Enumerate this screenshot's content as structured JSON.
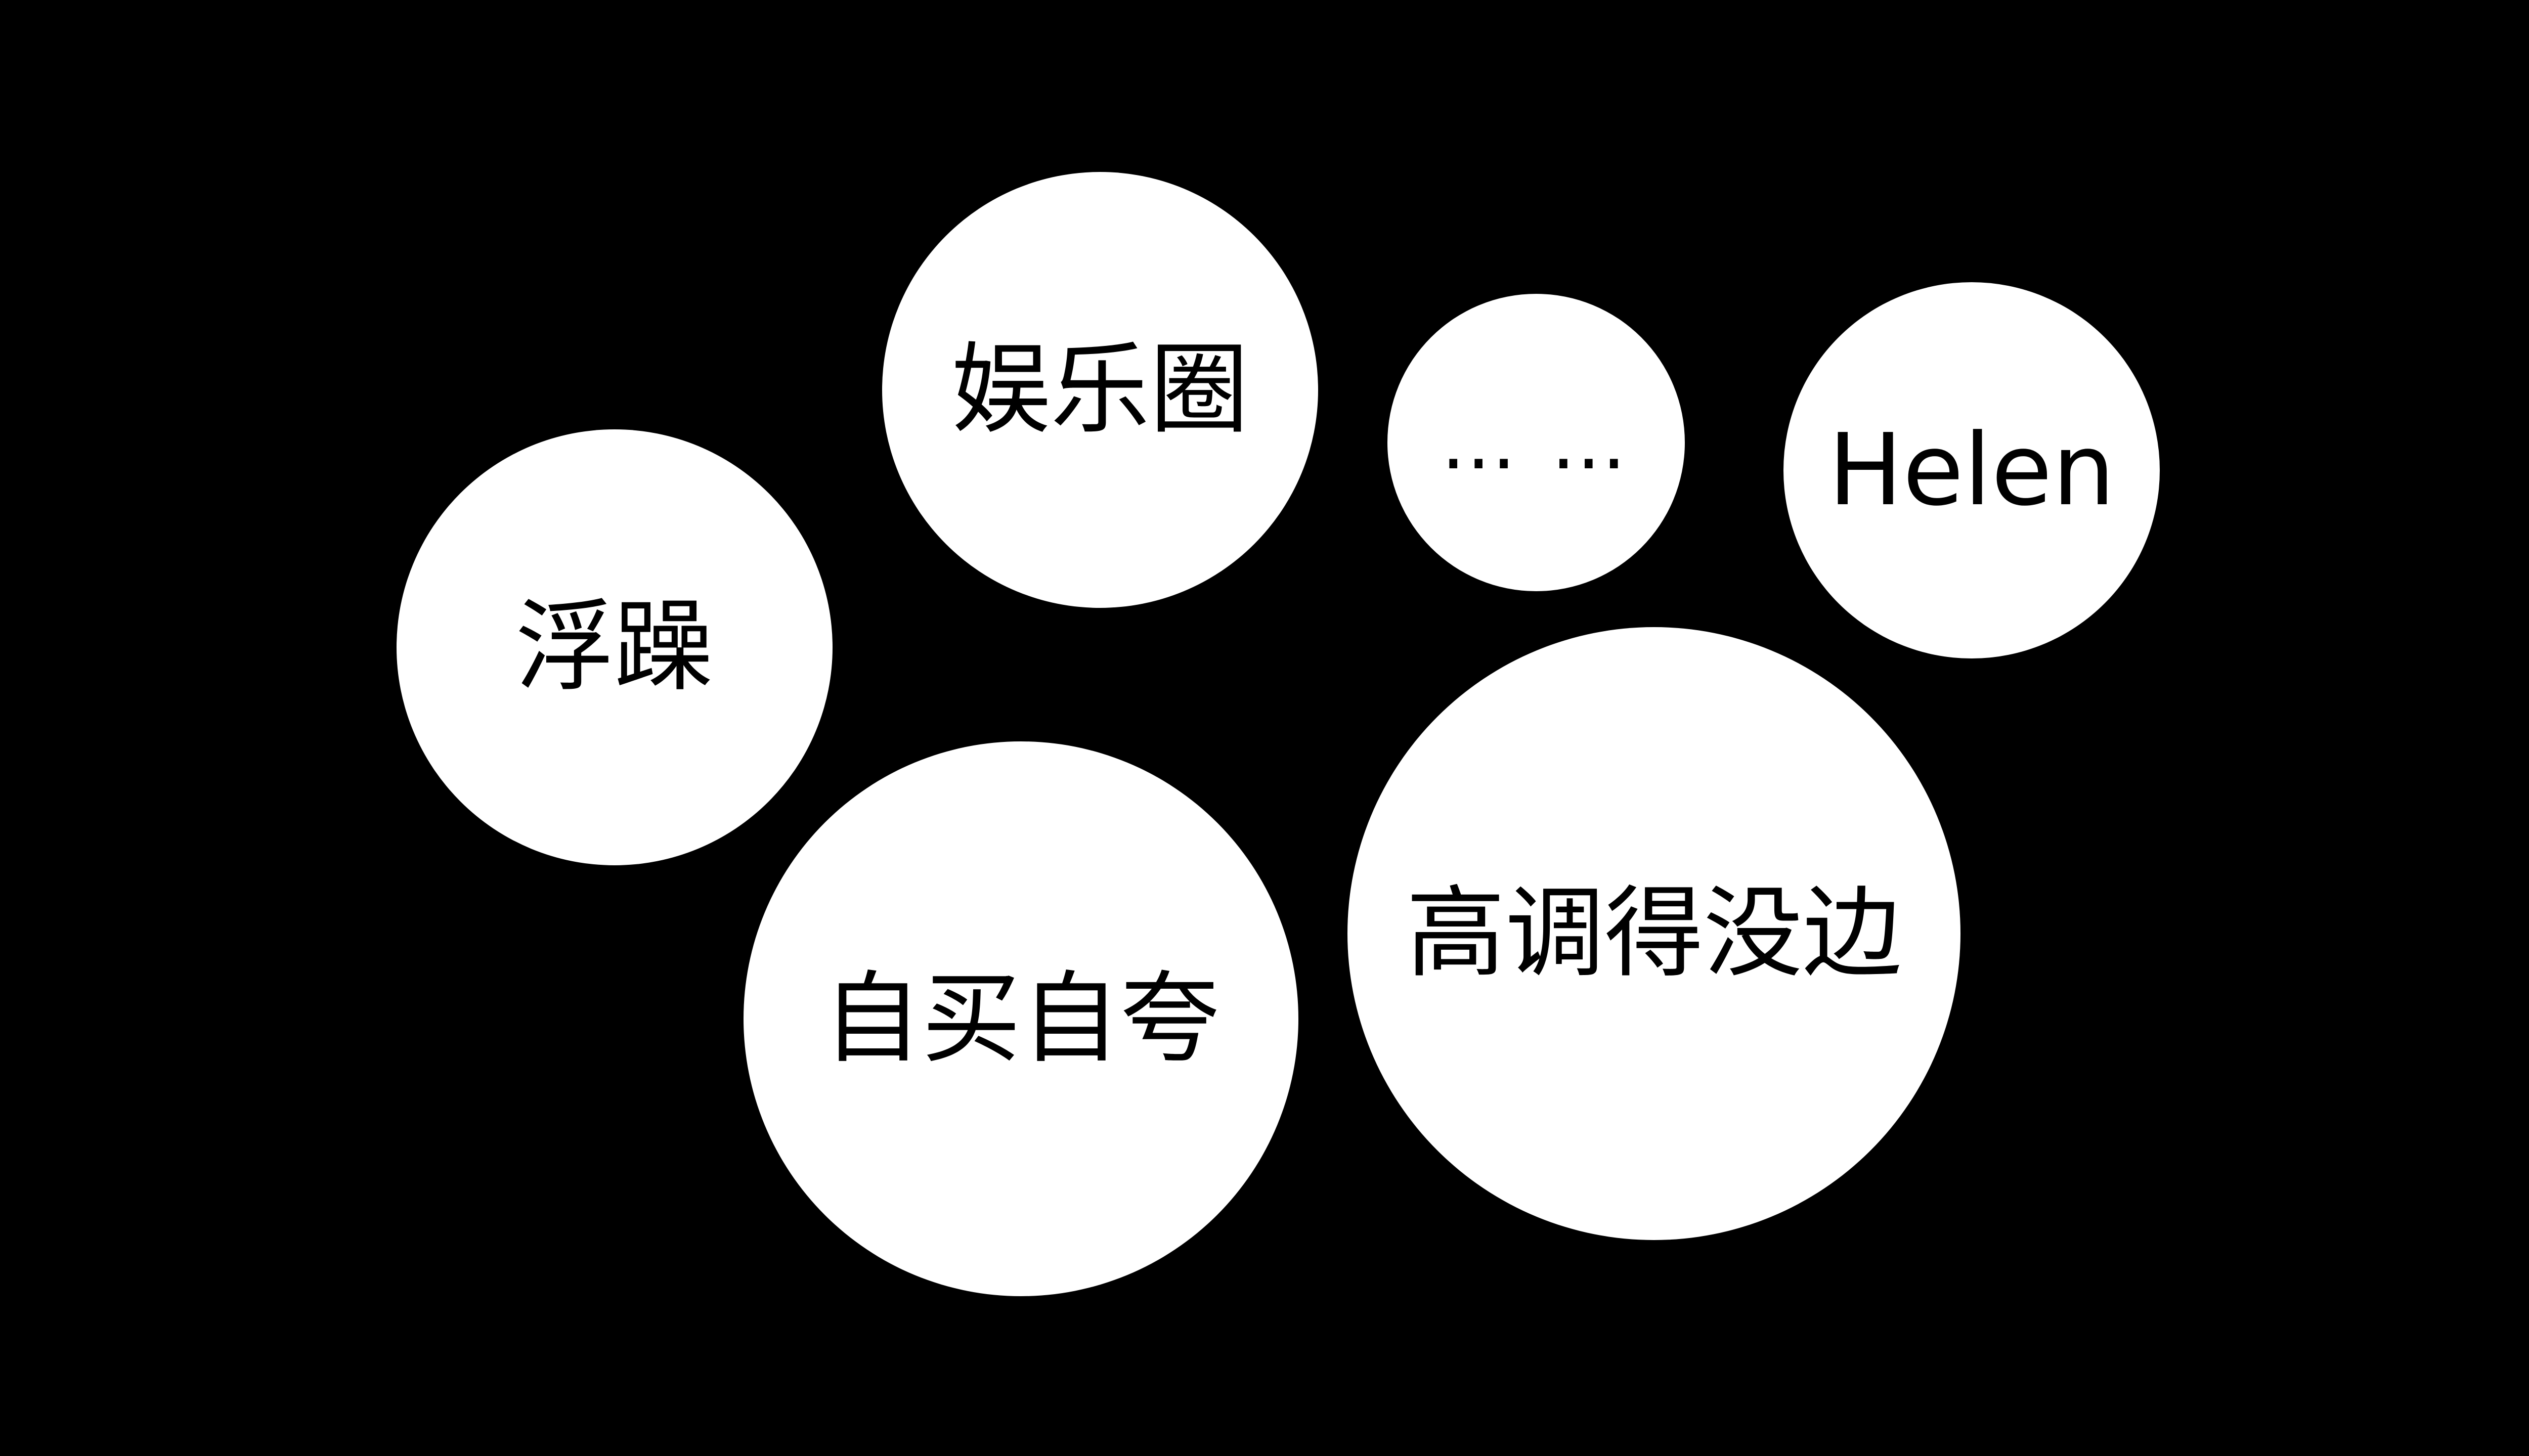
{
  "bubbles": {
    "fuzao": "浮躁",
    "yule": "娱乐圈",
    "ellipsis": "… …",
    "helen": "Helen",
    "zimai": "自买自夸",
    "gaodiao": "高调得没边"
  },
  "colors": {
    "background": "#000000",
    "bubble_fill": "#ffffff",
    "text": "#000000"
  }
}
